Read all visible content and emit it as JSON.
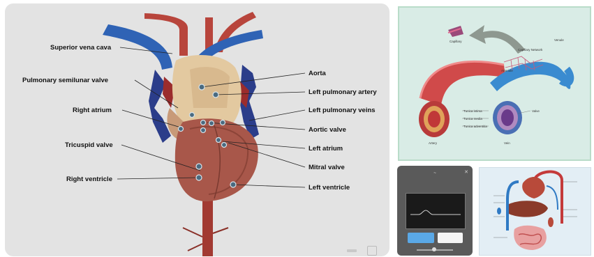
{
  "main_viewer": {
    "labels": {
      "superior_vena_cava": "Superior vena cava",
      "pulmonary_semilunar_valve": "Pulmonary semilunar valve",
      "right_atrium": "Right atrium",
      "tricuspid_valve": "Tricuspid valve",
      "right_ventricle": "Right ventricle",
      "aorta": "Aorta",
      "left_pulmonary_artery": "Left pulmonary artery",
      "left_pulmonary_veins": "Left pulmonary veins",
      "aortic_valve": "Aortic valve",
      "left_atrium": "Left atrium",
      "mitral_valve": "Mitral valve",
      "left_ventricle": "Left ventricle"
    }
  },
  "vessel_diagram": {
    "labels": {
      "capillary": "Capillary",
      "artery": "Artery",
      "vein": "Vein",
      "arteriole": "Arteriole",
      "venule": "Venule",
      "capillary_network": "Capillary Network",
      "tunica_intima": "Tunica intima",
      "tunica_media": "Tunica media",
      "tunica_externa": "Tunica adventitia",
      "valve": "Valve"
    }
  },
  "colors": {
    "artery_red": "#c43a3a",
    "vein_blue": "#2f7ac4",
    "heart_tone": "#a8574a",
    "panel_green": "#d9ece6",
    "button_blue": "#5aa8e6"
  }
}
